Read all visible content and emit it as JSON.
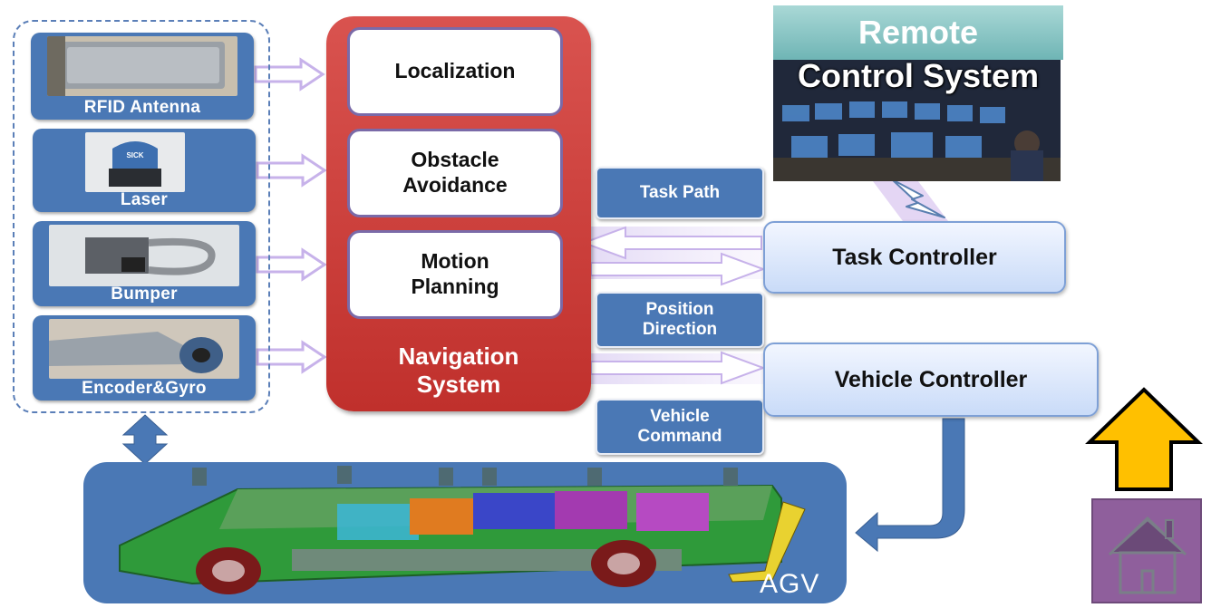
{
  "sensors": [
    {
      "label": "RFID Antenna",
      "icon": "rfid-antenna-photo"
    },
    {
      "label": "Laser",
      "icon": "laser-scanner-photo"
    },
    {
      "label": "Bumper",
      "icon": "bumper-photo"
    },
    {
      "label": "Encoder&Gyro",
      "icon": "encoder-gyro-photo"
    }
  ],
  "laser_brand": "SICK",
  "navigation": {
    "title": "Navigation\nSystem",
    "modules": [
      "Localization",
      "Obstacle\nAvoidance",
      "Motion\nPlanning"
    ]
  },
  "tags": {
    "task_path": "Task Path",
    "position_direction": "Position\nDirection",
    "vehicle_command": "Vehicle\nCommand"
  },
  "controllers": {
    "task": "Task Controller",
    "vehicle": "Vehicle Controller"
  },
  "remote": {
    "line1": "Remote",
    "line2": "Control System"
  },
  "agv": {
    "label": "AGV"
  },
  "colors": {
    "sensor_blue": "#4a78b5",
    "nav_red": "#c0302c",
    "arrow_lavender": "#d8c8ef",
    "up_arrow_fill": "#ffc000",
    "home_bg": "#8f5f9c"
  },
  "icons": {
    "up_arrow": "up-arrow-icon",
    "home": "home-icon",
    "lightning": "lightning-bolt-icon"
  }
}
